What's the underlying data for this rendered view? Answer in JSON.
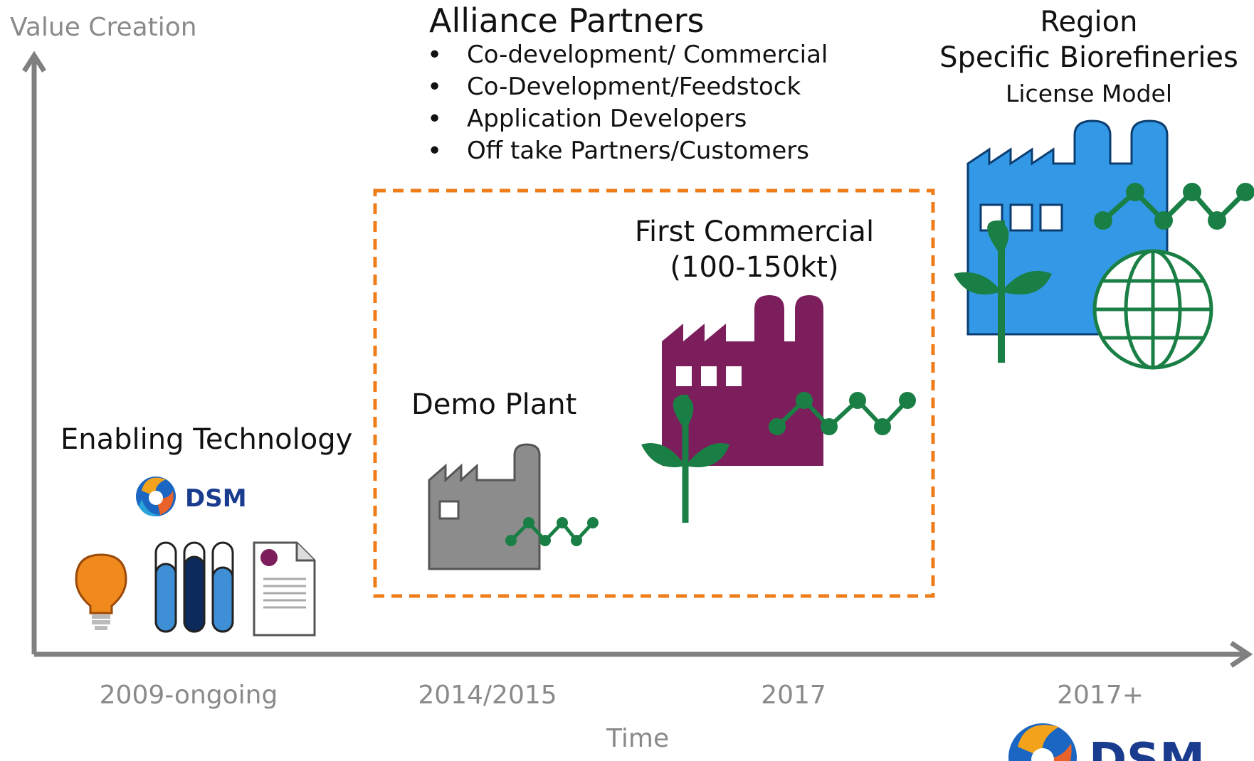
{
  "axes": {
    "y_label": "Value Creation",
    "x_label": "Time",
    "ticks": [
      "2009-ongoing",
      "2014/2015",
      "2017",
      "2017+"
    ]
  },
  "alliance": {
    "title": "Alliance Partners",
    "bullets": [
      "Co-development/ Commercial",
      "Co-Development/Feedstock",
      "Application Developers",
      "Off take Partners/Customers"
    ]
  },
  "region": {
    "line1": "Region",
    "line2": "Specific Biorefineries",
    "line3": "License Model"
  },
  "first_commercial": {
    "line1": "First Commercial",
    "line2": "(100-150kt)"
  },
  "demo_plant": {
    "label": "Demo Plant"
  },
  "enabling": {
    "label": "Enabling Technology"
  },
  "logo": {
    "text": "DSM"
  },
  "colors": {
    "axis": "#808080",
    "dashed_box": "#ef7d1a",
    "demo_factory": "#8c8c8c",
    "commercial_factory": "#7b1e5b",
    "region_factory": "#3399e6",
    "green": "#1a7f45",
    "bulb": "#f08a1d",
    "tube_light": "#3f8fd6",
    "tube_dark": "#0d2a5c"
  },
  "icons": [
    "lightbulb-icon",
    "test-tubes-icon",
    "document-icon",
    "plant-icon",
    "globe-icon",
    "molecule-chain-icon",
    "factory-icon"
  ]
}
